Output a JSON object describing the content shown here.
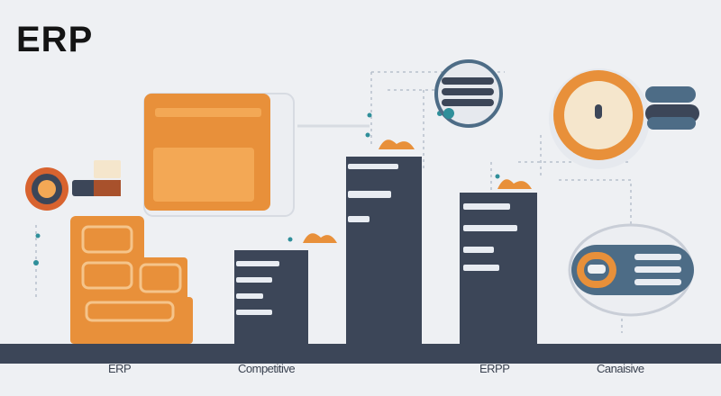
{
  "header": {
    "title": "ERP"
  },
  "captions": [
    {
      "id": "caption-1",
      "text": "ERP"
    },
    {
      "id": "caption-2",
      "text": "Competitive"
    },
    {
      "id": "caption-3",
      "text": "ERPP"
    },
    {
      "id": "caption-4",
      "text": "Canaisive"
    }
  ],
  "colors": {
    "background": "#eef0f3",
    "navy": "#3c4658",
    "orange": "#e8903a",
    "light_orange": "#f3a855",
    "steel_blue": "#4d6c86",
    "cream": "#f5e6cc"
  }
}
